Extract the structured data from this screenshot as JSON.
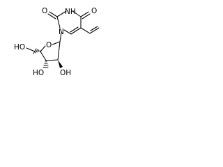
{
  "molecule": {
    "atom_labels": {
      "carbonyl_o_left": "O",
      "nh": "NH",
      "carbonyl_o_right": "O",
      "n1": "N",
      "ring_o": "O",
      "ch2_oh": "HO",
      "oh_3": "HO",
      "oh_2": "OH"
    }
  }
}
